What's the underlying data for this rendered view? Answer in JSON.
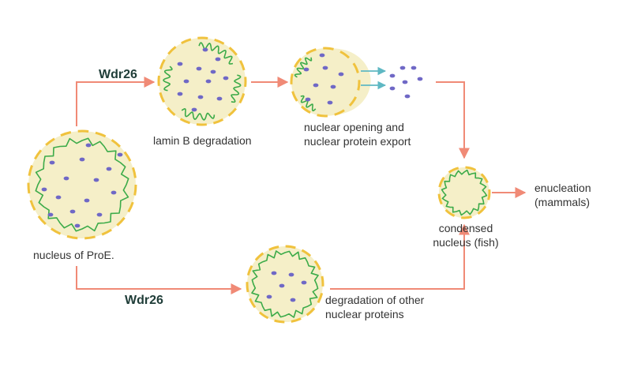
{
  "colors": {
    "nucleus_fill": "#f5efc8",
    "nucleus_border": "#f0c23d",
    "lamin_green": "#3cab49",
    "protein_dot": "#6f68c6",
    "arrow_red": "#f08a76",
    "arrow_teal": "#5fb8c3",
    "enzyme_text": "#1f3d38"
  },
  "labels": {
    "enzyme_top": "Wdr26",
    "enzyme_bottom": "Wdr26",
    "proe": "nucleus of ProE.",
    "laminb": "lamin B degradation",
    "opening": [
      "nuclear opening and",
      "nuclear protein export"
    ],
    "condensed": [
      "condensed",
      "nucleus (fish)"
    ],
    "enucleation": [
      "enucleation",
      "(mammals)"
    ],
    "other": [
      "degradation of other",
      "nuclear proteins"
    ]
  }
}
